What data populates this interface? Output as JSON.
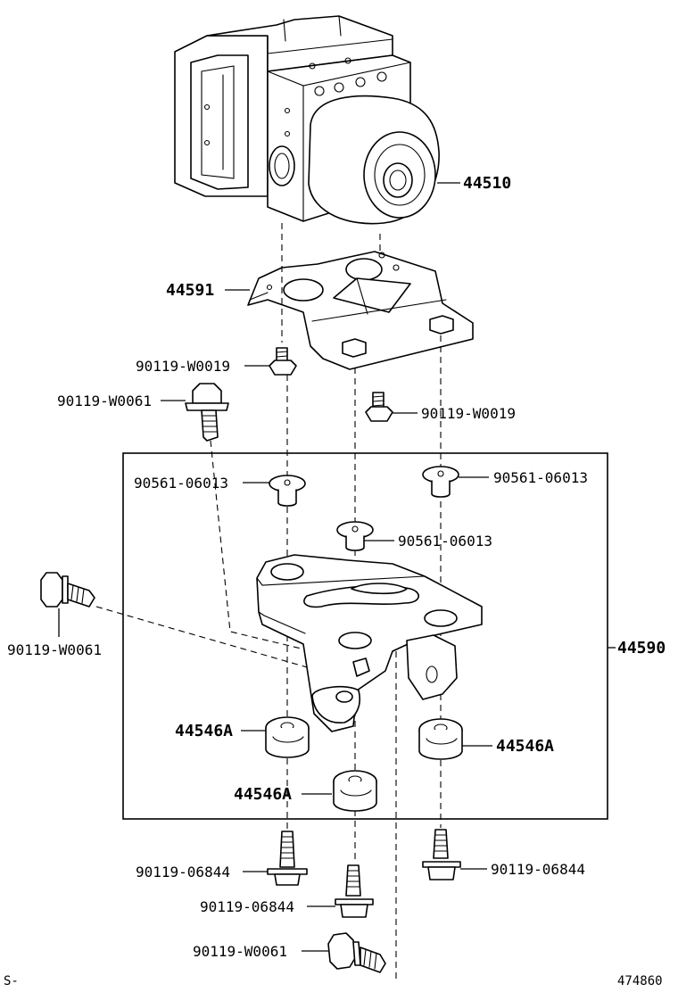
{
  "diagram": {
    "callouts": {
      "actuator": "44510",
      "actuator_bracket": "44591",
      "bolt_w0019_left": "90119-W0019",
      "bolt_w0061_upper": "90119-W0061",
      "bolt_w0019_right": "90119-W0019",
      "collar_left": "90561-06013",
      "collar_right": "90561-06013",
      "collar_center": "90561-06013",
      "bolt_w0061_left": "90119-W0061",
      "bracket_assembly": "44590",
      "cushion_left": "44546A",
      "cushion_right": "44546A",
      "cushion_center": "44546A",
      "bolt_06844_left": "90119-06844",
      "bolt_06844_right": "90119-06844",
      "bolt_06844_center": "90119-06844",
      "bolt_w0061_bottom": "90119-W0061"
    },
    "footer": {
      "left_code": "S-",
      "illustration_number": "474860"
    }
  }
}
